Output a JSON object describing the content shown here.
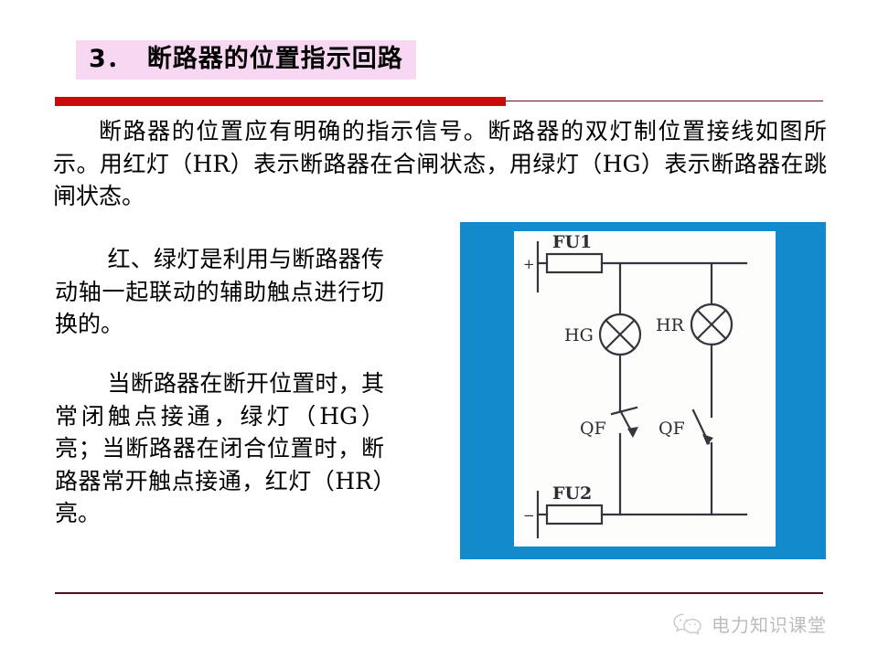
{
  "slide": {
    "title_number": "3．",
    "title_text": "断路器的位置指示回路",
    "title_highlight_color": "#f7d7f2",
    "rule_thick_color": "#ca0a0a",
    "rule_thin_color": "#5a1a1a"
  },
  "body": {
    "intro": "断路器的位置应有明确的指示信号。断路器的双灯制位置接线如图所示。用红灯（HR）表示断路器在合闸状态，用绿灯（HG）表示断路器在跳闸状态。",
    "left_paragraph_1": "红、绿灯是利用与断路器传动轴一起联动的辅助触点进行切换的。",
    "left_paragraph_2": "当断路器在断开位置时，其常闭触点接通，绿灯（HG）亮；当断路器在闭合位置时，断路器常开触点接通，红灯（HR）亮。"
  },
  "figure": {
    "panel_color": "#128acb",
    "inner_color": "#fdfdfb",
    "line_color": "#33363d",
    "labels": {
      "fuse_top": "FU1",
      "fuse_bottom": "FU2",
      "polarity_positive": "+",
      "polarity_negative": "−",
      "lamp_green": "HG",
      "lamp_red": "HR",
      "contact_nc": "QF",
      "contact_no": "QF"
    }
  },
  "footer": {
    "watermark_icon": "wechat-icon",
    "watermark_text": "电力知识课堂"
  }
}
